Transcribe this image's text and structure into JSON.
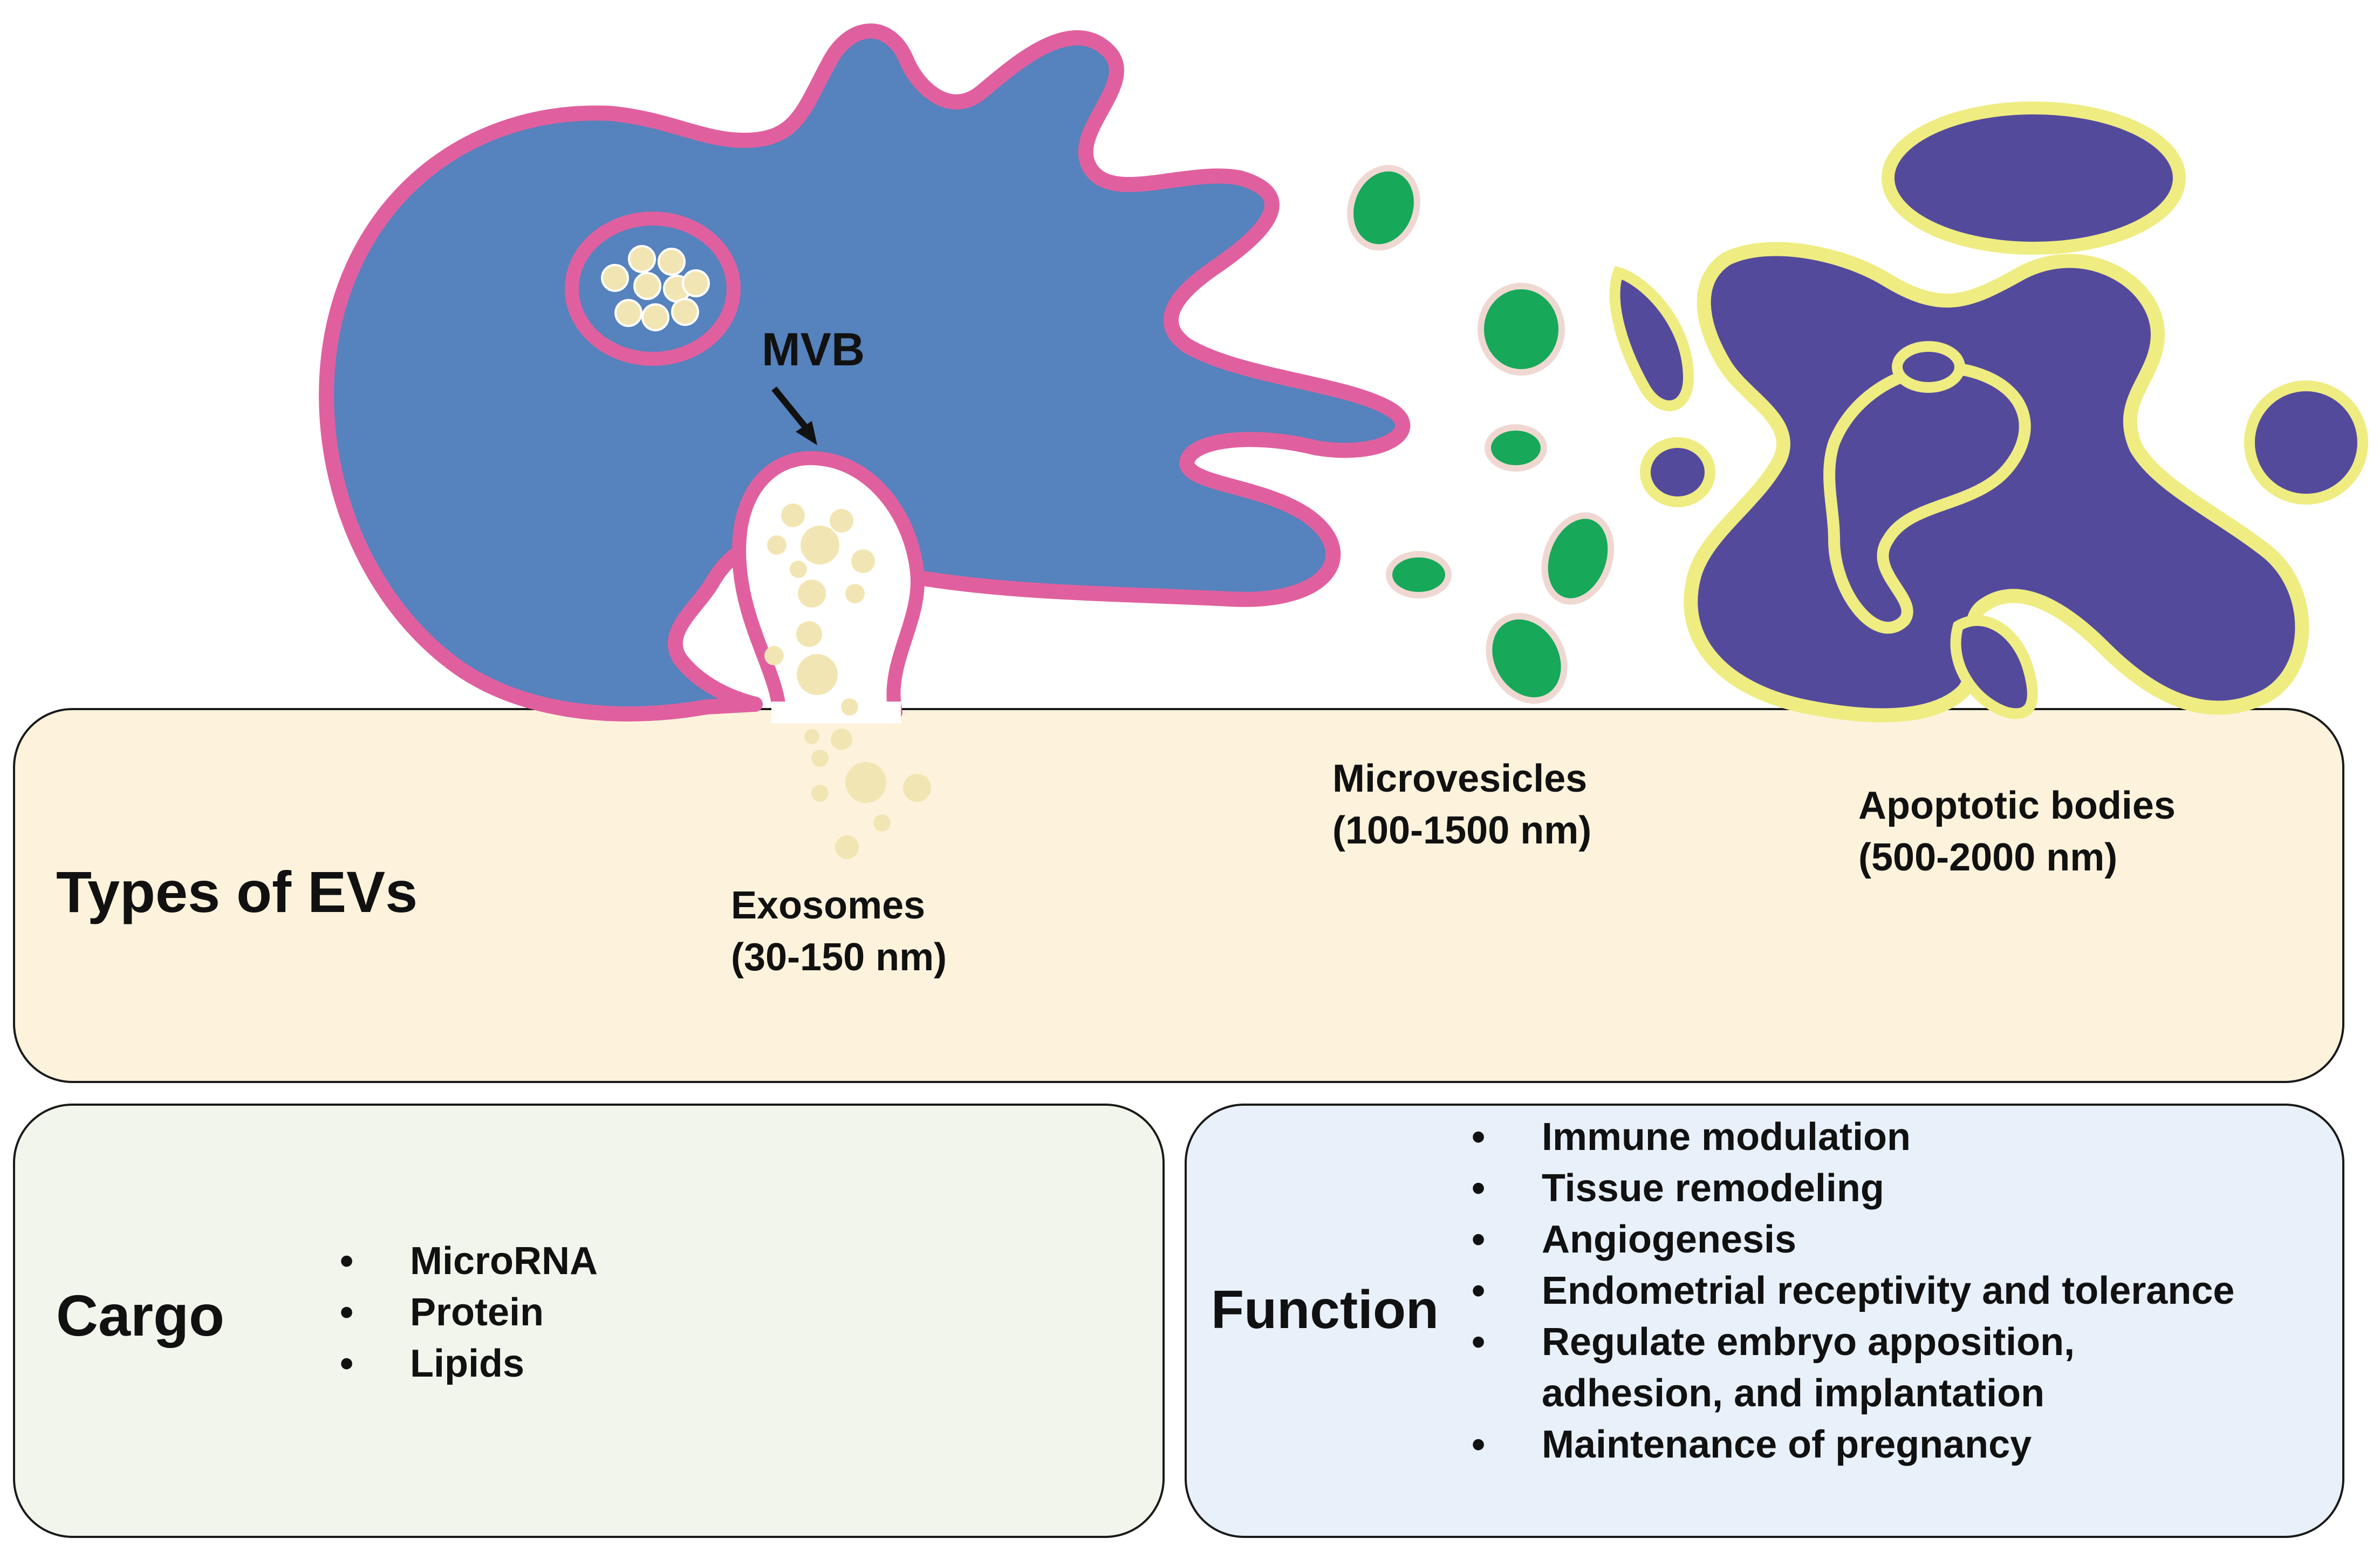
{
  "diagram": {
    "mvb_label": "MVB",
    "types": {
      "heading": "Types of EVs",
      "exosomes": {
        "name": "Exosomes",
        "size": "(30-150 nm)"
      },
      "microvesicles": {
        "name": "Microvesicles",
        "size": "(100-1500 nm)"
      },
      "apoptotic": {
        "name": "Apoptotic bodies",
        "size": "(500-2000 nm)"
      }
    },
    "cargo": {
      "heading": "Cargo",
      "items": [
        "MicroRNA",
        "Protein",
        "Lipids"
      ]
    },
    "function": {
      "heading": "Function",
      "items": [
        "Immune modulation",
        "Tissue remodeling",
        "Angiogenesis",
        "Endometrial receptivity and tolerance",
        "Regulate embryo apposition, adhesion, and implantation",
        "Maintenance of pregnancy"
      ]
    },
    "colors": {
      "cell_fill": "#5682bd",
      "cell_membrane": "#e0609f",
      "vesicle_fill": "#f1e6b3",
      "microvesicle_fill": "#17a85a",
      "microvesicle_outline": "#f0d8d2",
      "apoptotic_fill": "#544a9c",
      "apoptotic_outline": "#efec82"
    }
  }
}
